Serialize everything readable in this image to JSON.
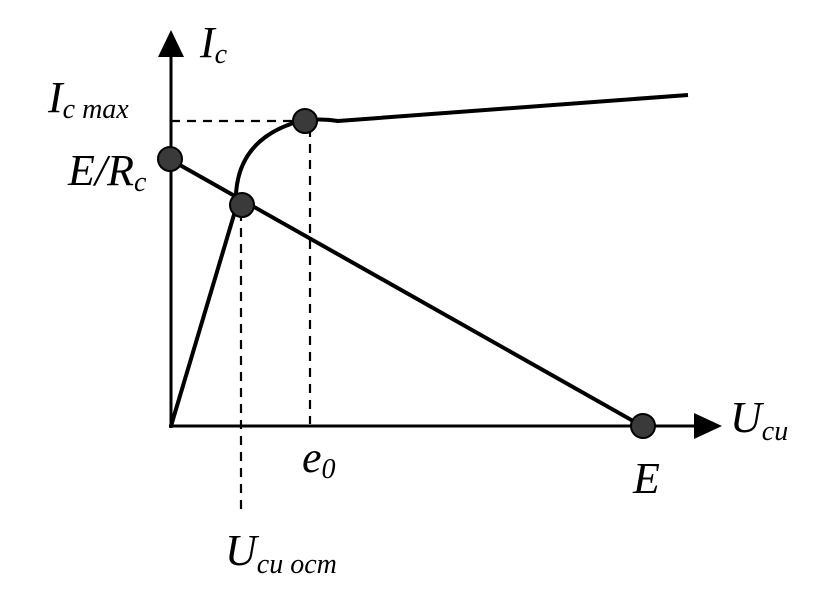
{
  "axes": {
    "y_label": {
      "main": "I",
      "sub": "c"
    },
    "x_label": {
      "main": "U",
      "sub": "си"
    }
  },
  "labels": {
    "ic_max": {
      "main": "I",
      "sub": "c max"
    },
    "e_rc": {
      "pre": "E/R",
      "sub": "c"
    },
    "e0": {
      "main": "e",
      "sub": "0"
    },
    "e": "E",
    "u_ost": {
      "main": "U",
      "sub": "си ост"
    }
  },
  "colors": {
    "line": "#000000",
    "point_fill": "#3a3a3a"
  }
}
